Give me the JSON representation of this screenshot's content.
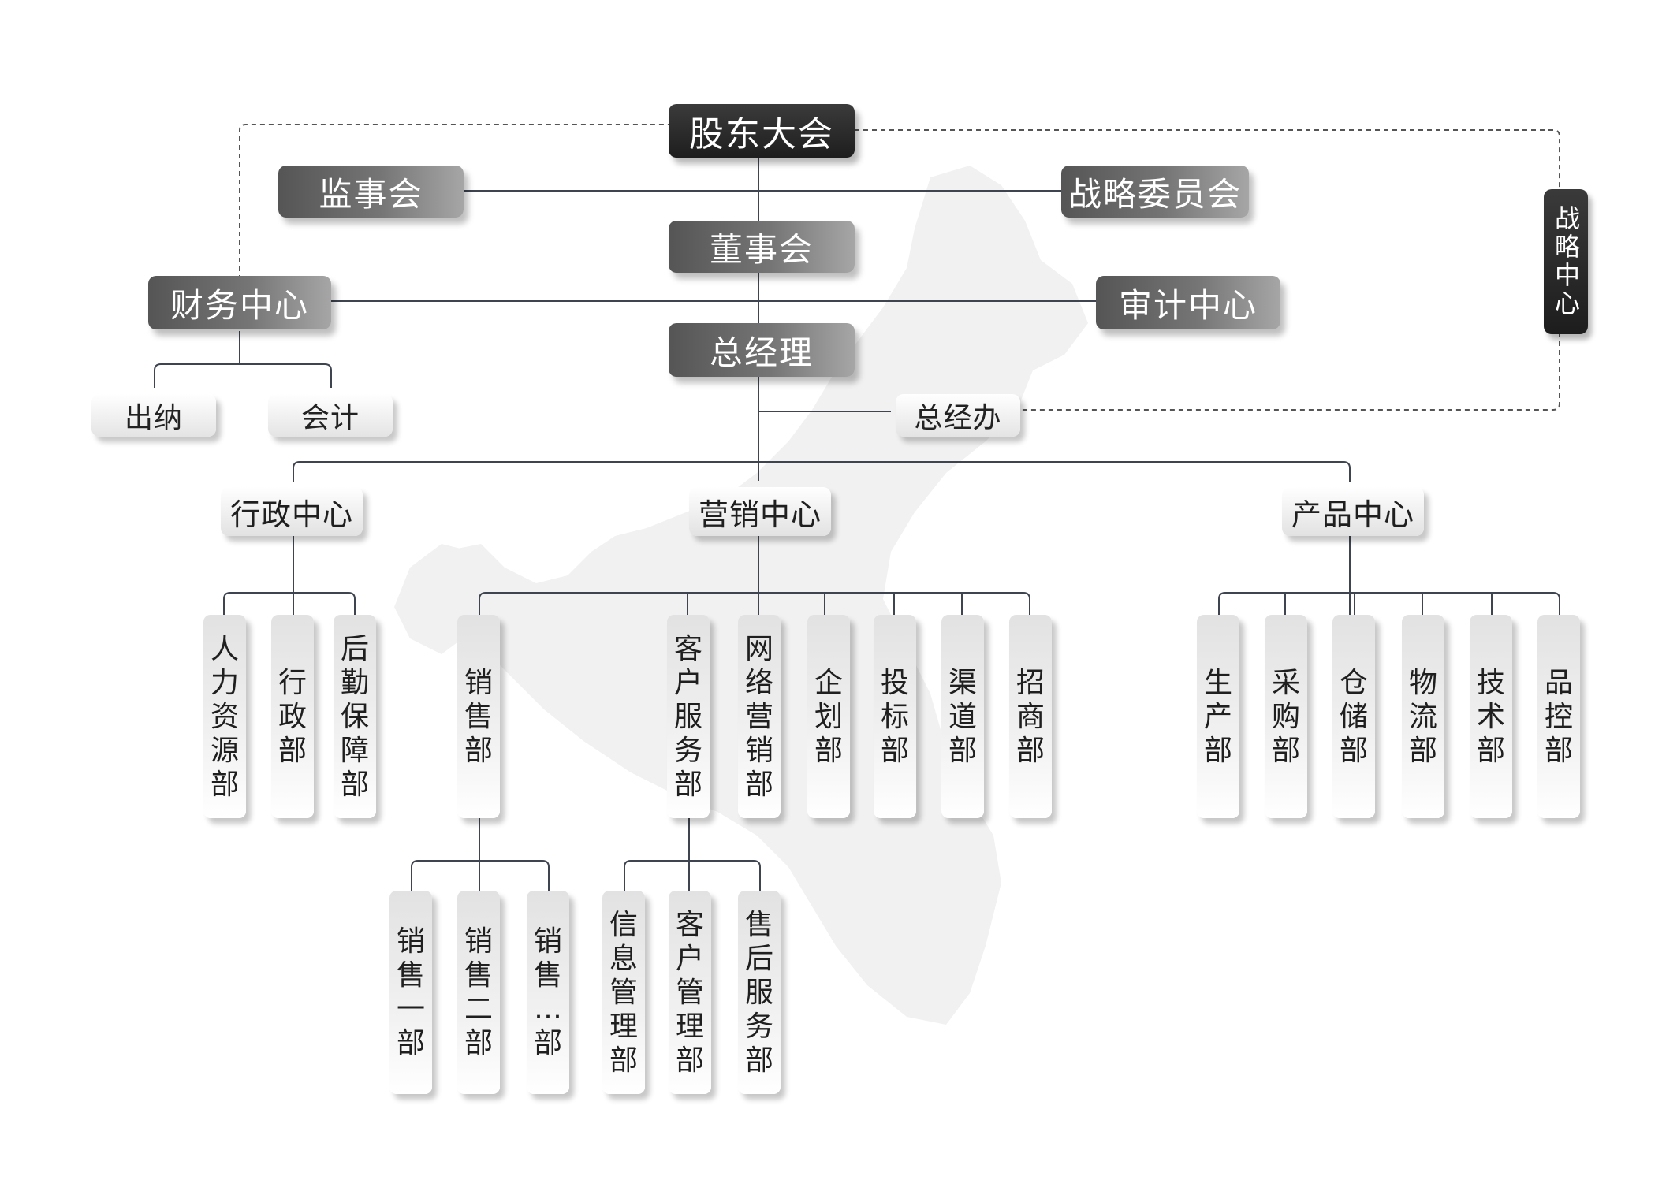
{
  "chart": {
    "top": {
      "shareholders": "股东大会",
      "supervisors": "监事会",
      "strategy_committee": "战略委员会",
      "board": "董事会"
    },
    "finance": {
      "center": "财务中心",
      "cashier": "出纳",
      "accounting": "会计"
    },
    "audit": "审计中心",
    "gm": "总经理",
    "gm_office": "总经办",
    "strategy_center": "战略中心",
    "centers": {
      "admin": "行政中心",
      "marketing": "营销中心",
      "product": "产品中心"
    },
    "admin_depts": [
      "人力资源部",
      "行政部",
      "后勤保障部"
    ],
    "marketing_depts": [
      "销售部",
      "客户服务部",
      "网络营销部",
      "企划部",
      "投标部",
      "渠道部",
      "招商部"
    ],
    "product_depts": [
      "生产部",
      "采购部",
      "仓储部",
      "物流部",
      "技术部",
      "品控部"
    ],
    "sales_subdepts": [
      "销售一部",
      "销售二部",
      "销售…部"
    ],
    "service_subdepts": [
      "信息管理部",
      "客户管理部",
      "售后服务部"
    ]
  }
}
